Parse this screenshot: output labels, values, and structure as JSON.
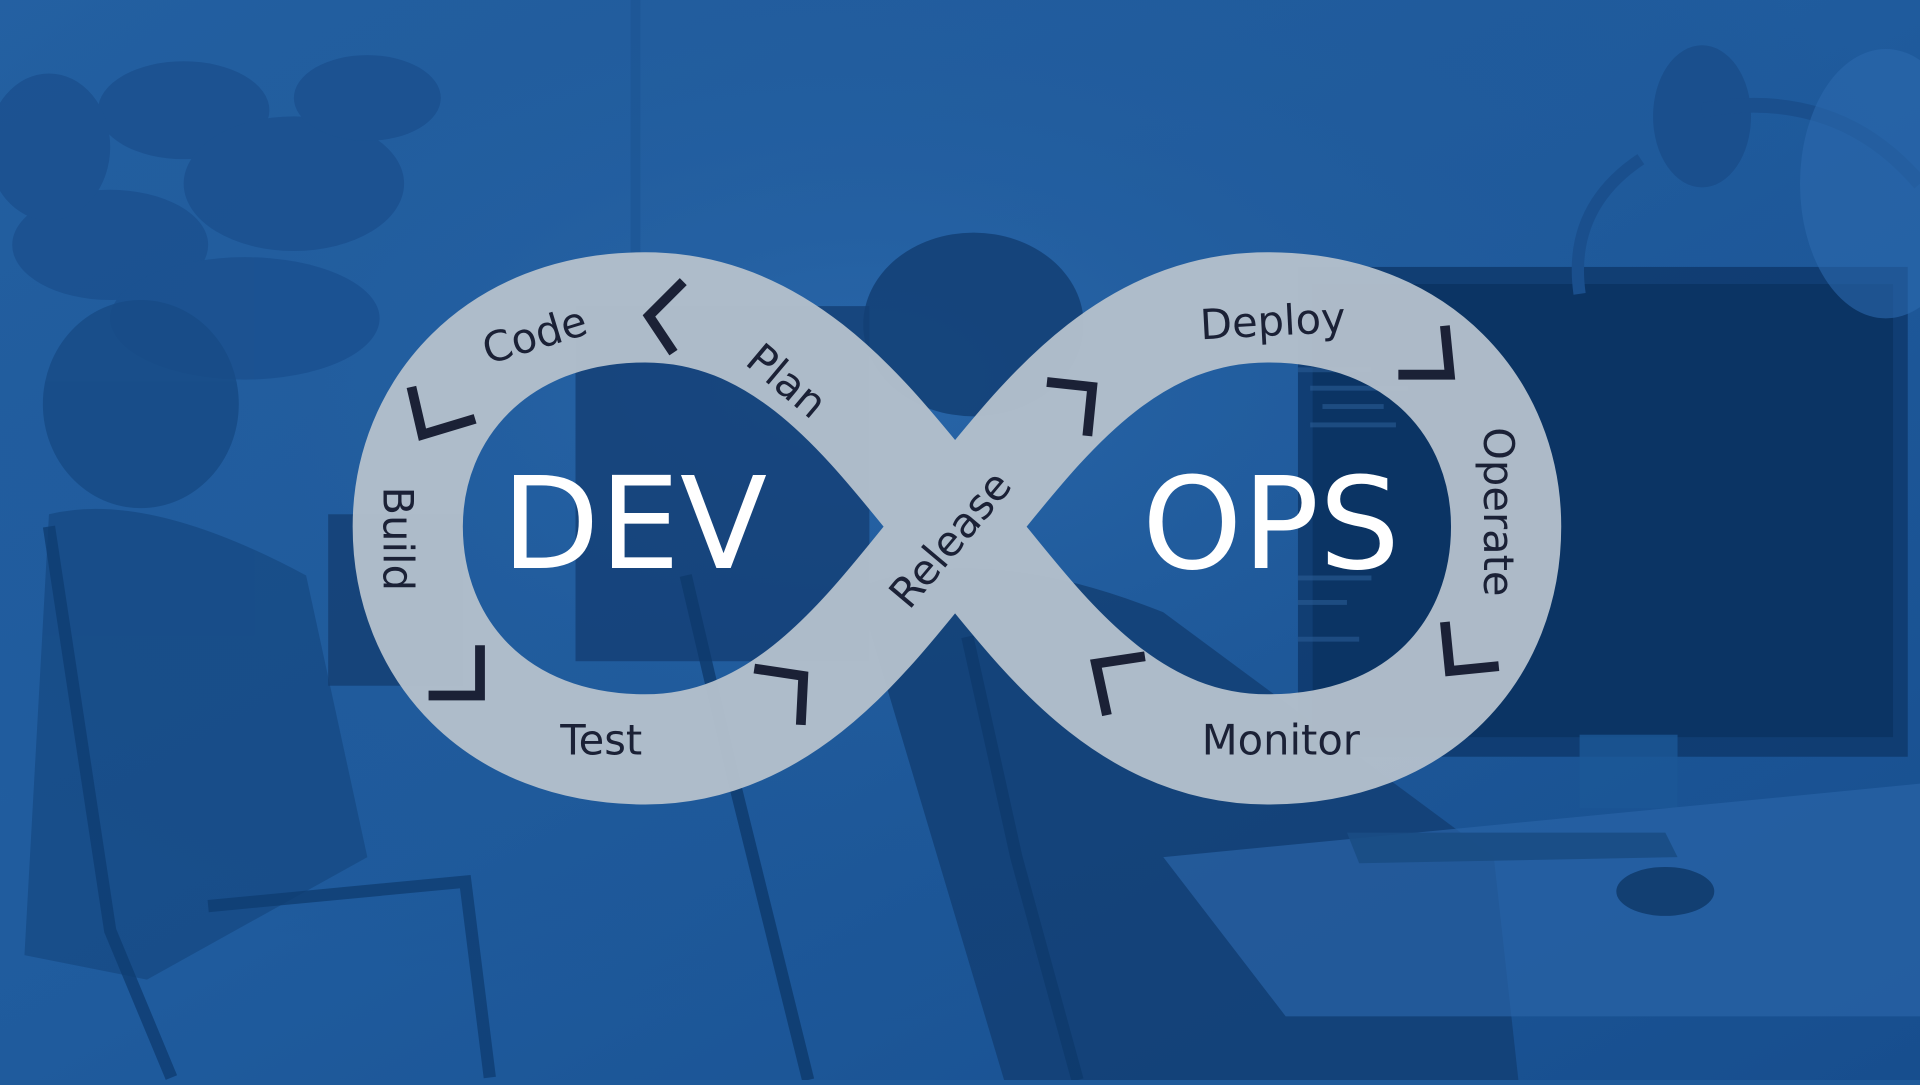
{
  "hero": {
    "background_tint": "#1f5a9a",
    "band_color": "#b3bfcb",
    "label_color": "#1b2136",
    "center_color": "#ffffff"
  },
  "diagram": {
    "left_center_label": "DEV",
    "right_center_label": "OPS",
    "crossing_label": "Release",
    "stages": {
      "code": "Code",
      "plan": "Plan",
      "build": "Build",
      "test": "Test",
      "deploy": "Deploy",
      "operate": "Operate",
      "monitor": "Monitor"
    }
  }
}
